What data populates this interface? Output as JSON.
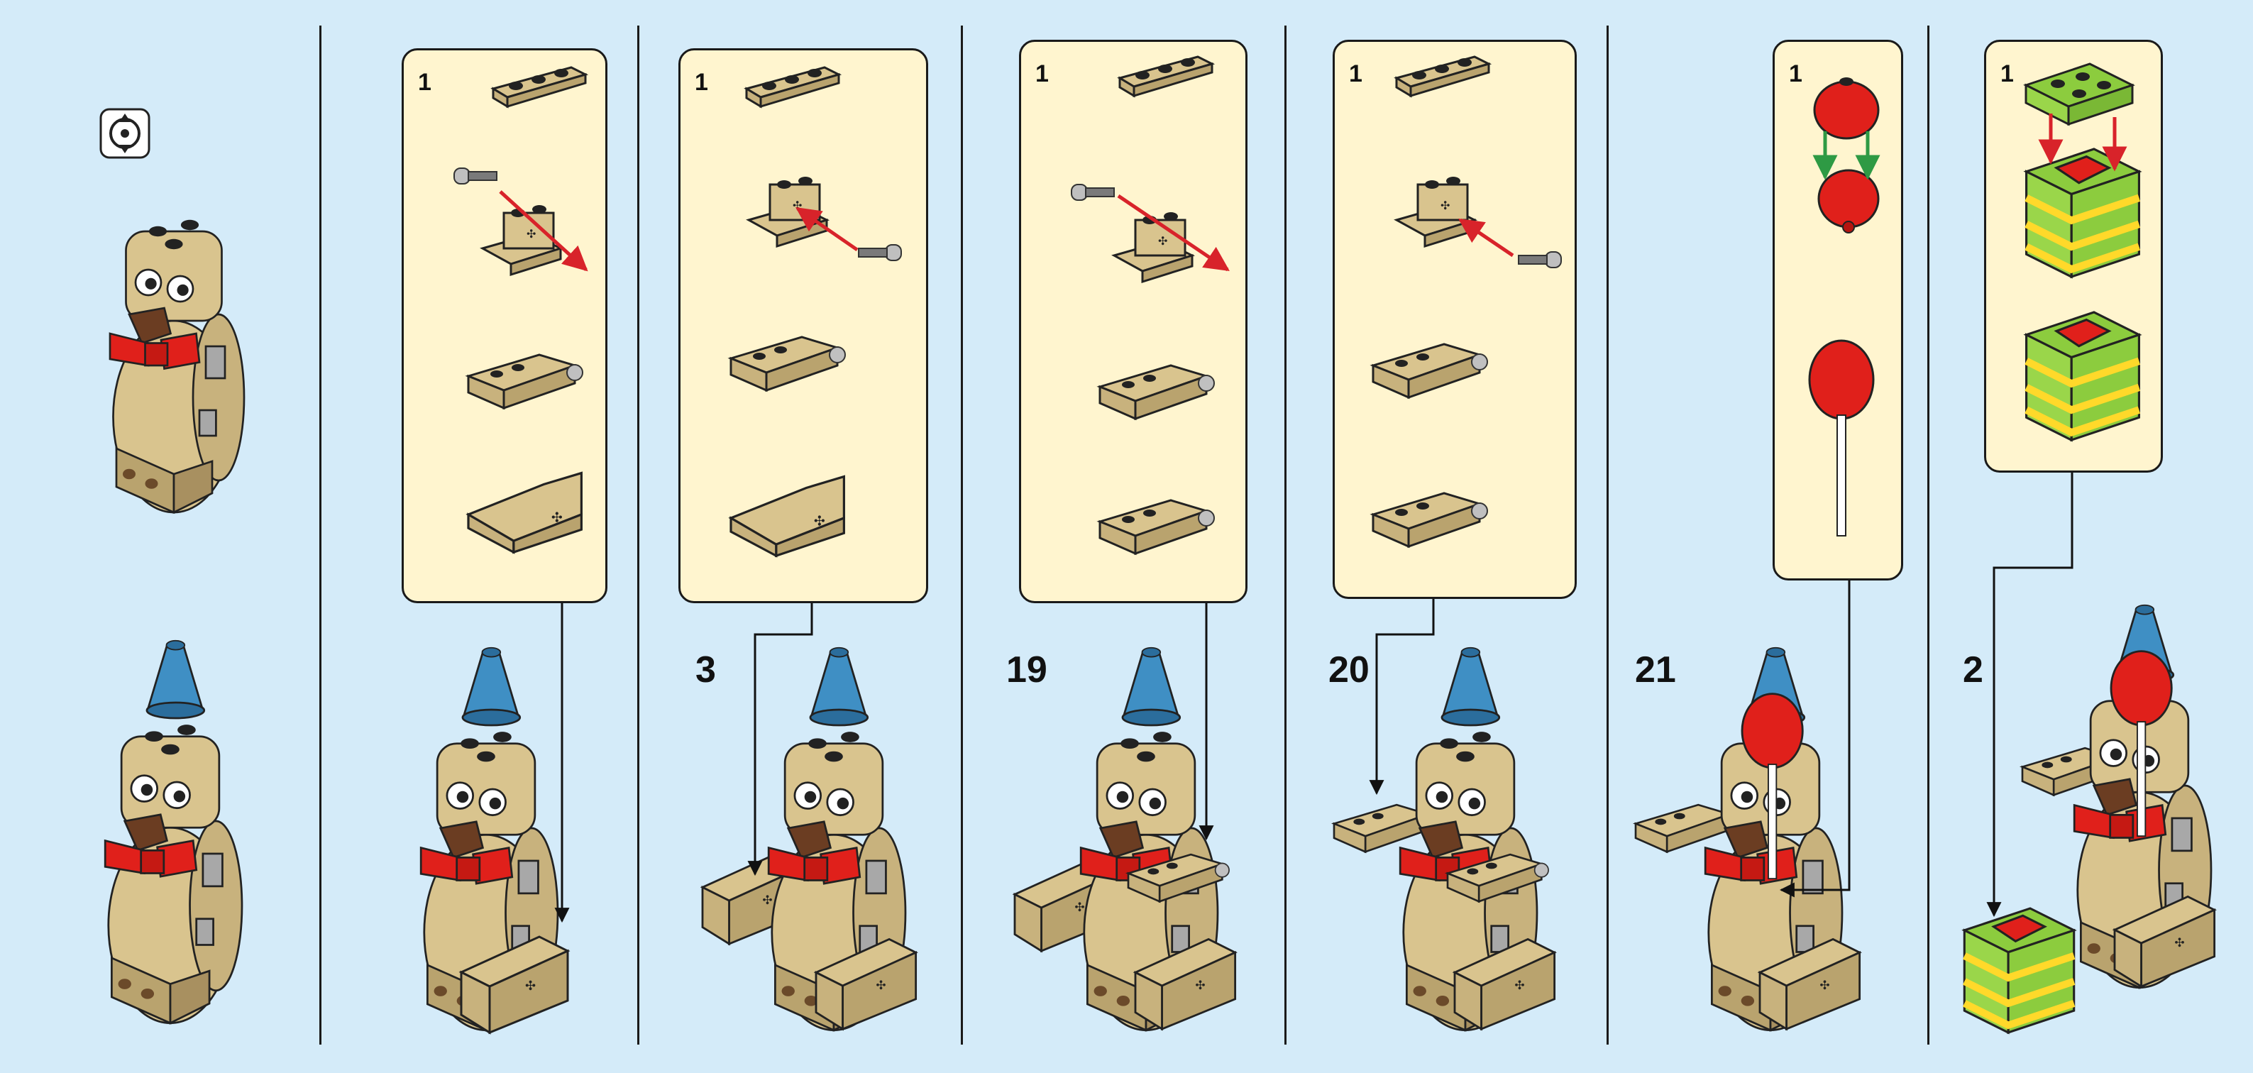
{
  "page": {
    "background": "#d4ebf9",
    "callout_bg": "#fff5cf"
  },
  "colors": {
    "tan": "#d9c48e",
    "red": "#e0201b",
    "blue": "#3f8fc4",
    "lime": "#8ccc3e",
    "yellow": "#ffd92a",
    "arrow_red": "#d8232a",
    "arrow_green": "#2e9a44",
    "gray": "#a8a8a8"
  },
  "rotate_icon": {
    "icon": "rotate-model-icon"
  },
  "steps": [
    {
      "id": "preview",
      "number": "",
      "sub_number": ""
    },
    {
      "id": "s17",
      "number": "",
      "sub_number": "1"
    },
    {
      "id": "s18",
      "number": "3",
      "sub_number": "1"
    },
    {
      "id": "s19",
      "number": "19",
      "sub_number": "1"
    },
    {
      "id": "s20",
      "number": "20",
      "sub_number": "1"
    },
    {
      "id": "s21",
      "number": "21",
      "sub_number": "1"
    },
    {
      "id": "s22",
      "number": "2",
      "sub_number": "1"
    }
  ]
}
